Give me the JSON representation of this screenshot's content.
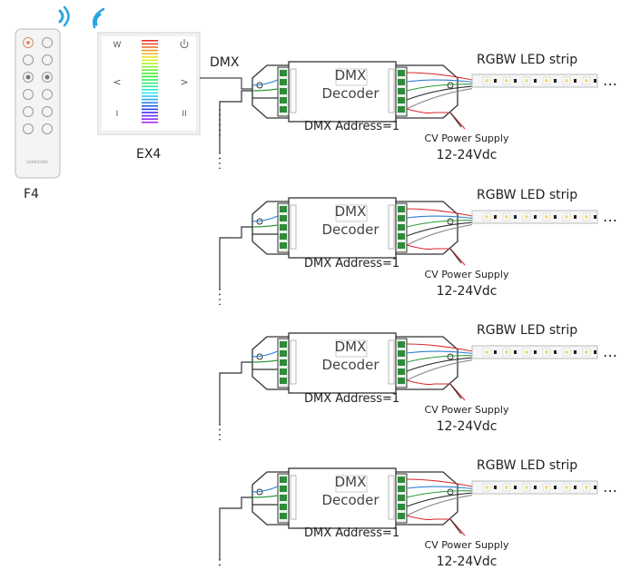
{
  "diagram": {
    "dmx_label": "DMX",
    "remote_label": "F4",
    "panel_label": "EX4",
    "remote_brand": "SUNRICHER",
    "panel_keys": {
      "white": "W",
      "left": "<",
      "right": ">",
      "one": "I",
      "two": "II"
    },
    "units": [
      {
        "decoder_line1": "DMX",
        "decoder_line2": "Decoder",
        "address": "DMX Address=1",
        "psu_line1": "CV Power Supply",
        "psu_line2": "12-24Vdc",
        "strip": "RGBW LED strip"
      },
      {
        "decoder_line1": "DMX",
        "decoder_line2": "Decoder",
        "address": "DMX Address=1",
        "psu_line1": "CV Power Supply",
        "psu_line2": "12-24Vdc",
        "strip": "RGBW LED strip"
      },
      {
        "decoder_line1": "DMX",
        "decoder_line2": "Decoder",
        "address": "DMX Address=1",
        "psu_line1": "CV Power Supply",
        "psu_line2": "12-24Vdc",
        "strip": "RGBW LED strip"
      },
      {
        "decoder_line1": "DMX",
        "decoder_line2": "Decoder",
        "address": "DMX Address=1",
        "psu_line1": "CV Power Supply",
        "psu_line2": "12-24Vdc",
        "strip": "RGBW LED strip"
      }
    ],
    "colors": {
      "wireless": "#2aa6e0",
      "wire": "#444444",
      "red": "#d9262a",
      "blue": "#2f7fd0",
      "green": "#2c9a3a",
      "terminal": "#2e8b3a"
    }
  }
}
